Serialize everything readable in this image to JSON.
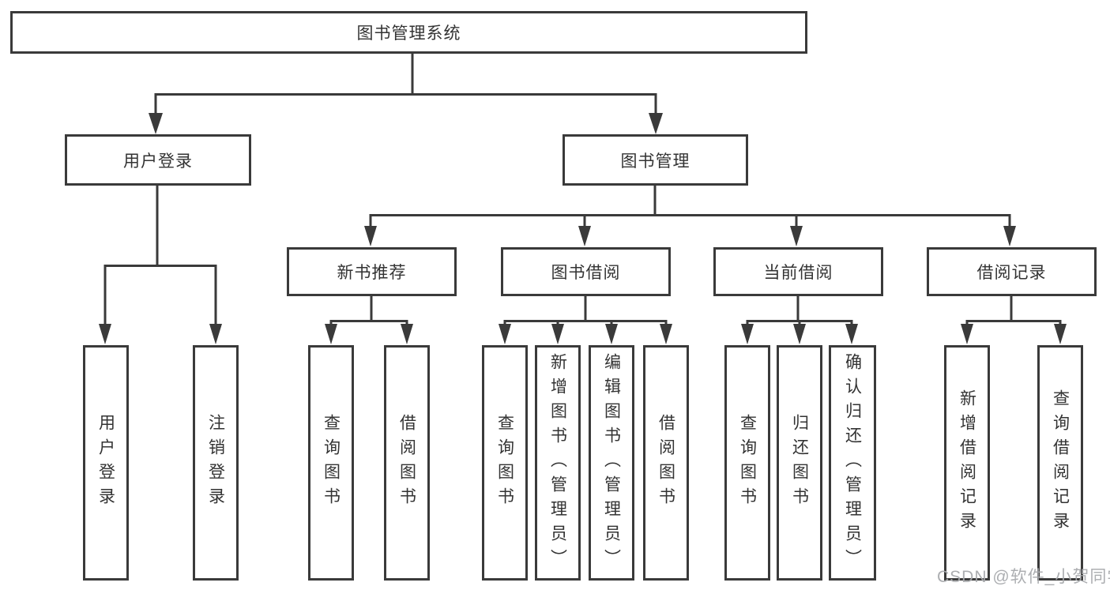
{
  "diagram": {
    "root": {
      "label": "图书管理系统"
    },
    "level2": [
      {
        "label": "用户登录"
      },
      {
        "label": "图书管理"
      }
    ],
    "level3": [
      {
        "label": "新书推荐"
      },
      {
        "label": "图书借阅"
      },
      {
        "label": "当前借阅"
      },
      {
        "label": "借阅记录"
      }
    ],
    "leaves": {
      "login": [
        "用户登录",
        "注销登录"
      ],
      "recommend": [
        "查询图书",
        "借阅图书"
      ],
      "borrow": [
        "查询图书",
        "新增图书（管理员）",
        "编辑图书（管理员）",
        "借阅图书"
      ],
      "current": [
        "查询图书",
        "归还图书",
        "确认归还（管理员）"
      ],
      "records": [
        "新增借阅记录",
        "查询借阅记录"
      ]
    }
  },
  "watermark": {
    "text": "CSDN @软件_小贺同学"
  },
  "colors": {
    "line": "#3a3a3a",
    "box_border": "#3a3a3a",
    "text": "#333333",
    "background": "#ffffff",
    "watermark": "#a8aaad"
  }
}
